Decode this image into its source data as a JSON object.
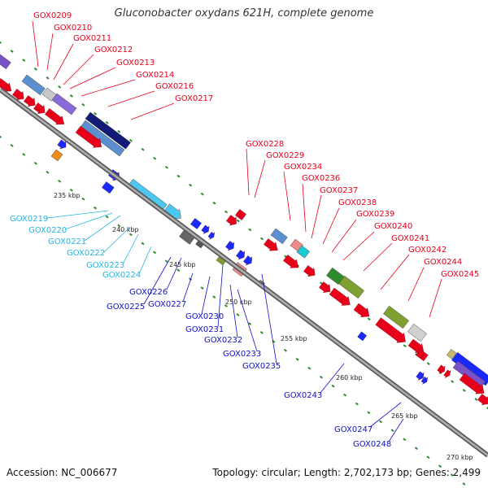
{
  "title": "Gluconobacter oxydans 621H, complete genome",
  "accession": "Accession: NC_006677",
  "stats": "Topology: circular; Length: 2,702,173 bp; Genes: 2,499",
  "colors": {
    "red_label": "#e8001a",
    "cyan_label": "#22b6e6",
    "blue_label": "#1010c8",
    "backbone": "#8c8c8c",
    "tick": "#2e8b2e"
  },
  "scale_labels": [
    "235 kbp",
    "240 kbp",
    "245 kbp",
    "250 kbp",
    "255 kbp",
    "260 kbp",
    "265 kbp",
    "270 kbp"
  ],
  "labels_red_top": [
    "GOX0209",
    "GOX0210",
    "GOX0211",
    "GOX0212",
    "GOX0213",
    "GOX0214",
    "GOX0216",
    "GOX0217"
  ],
  "labels_red_mid": [
    "GOX0228",
    "GOX0229",
    "GOX0234",
    "GOX0236",
    "GOX0237",
    "GOX0238",
    "GOX0239",
    "GOX0240",
    "GOX0241",
    "GOX0242",
    "GOX0244",
    "GOX0245"
  ],
  "labels_cyan": [
    "GOX0219",
    "GOX0220",
    "GOX0221",
    "GOX0222",
    "GOX0223",
    "GOX0224"
  ],
  "labels_blue": [
    "GOX0226",
    "GOX0225",
    "GOX0227",
    "GOX0230",
    "GOX0231",
    "GOX0232",
    "GOX0233",
    "GOX0235",
    "GOX0243",
    "GOX0247",
    "GOX0248"
  ]
}
